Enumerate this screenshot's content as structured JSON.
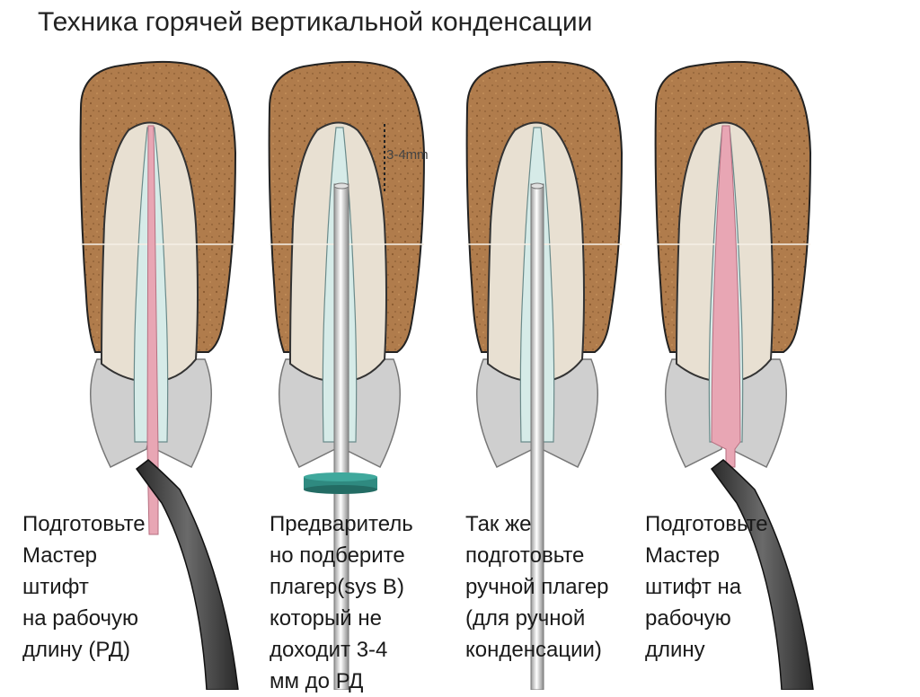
{
  "title": "Техника горячей вертикальной конденсации",
  "measurement_label": "3-4mm",
  "panels": [
    {
      "id": "panel-1",
      "caption_lines": [
        "Подготовьте",
        "Мастер",
        "штифт",
        "на рабочую",
        "длину (РД)"
      ]
    },
    {
      "id": "panel-2",
      "caption_lines": [
        "Предваритель",
        "но подберите",
        "плагер(sys B)",
        "который не",
        "доходит 3-4",
        "мм до РД"
      ]
    },
    {
      "id": "panel-3",
      "caption_lines": [
        "Так же",
        "подготовьте",
        "ручной плагер",
        "(для ручной",
        "конденсации)"
      ]
    },
    {
      "id": "panel-4",
      "caption_lines": [
        "Подготовьте",
        "Мастер",
        "штифт на",
        "рабочую",
        "длину"
      ]
    }
  ],
  "colors": {
    "bone": "#b07c4c",
    "tooth_root": "#e8e0d2",
    "crown_shadow": "#cfcfcf",
    "canal": "#d6ebe8",
    "gutta_percha": "#e8a6b4",
    "plugger_stop": "#2f8a80",
    "forceps": "#3a3a3a"
  }
}
